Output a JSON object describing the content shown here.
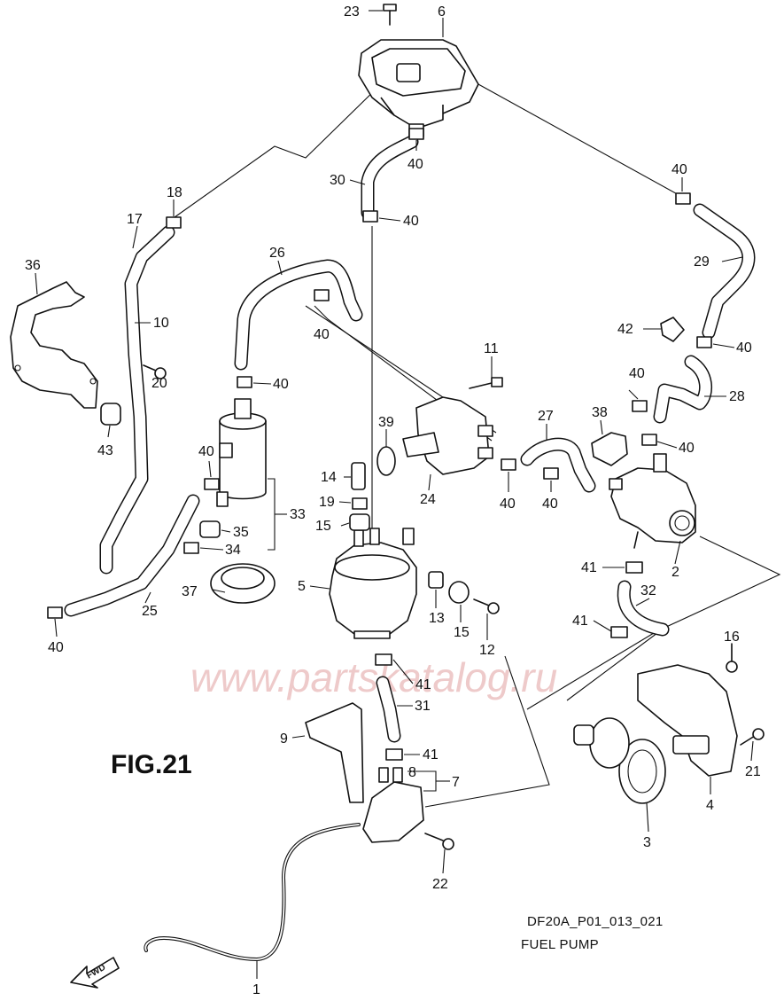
{
  "figure": {
    "label": "FIG.21",
    "code": "DF20A_P01_013_021",
    "caption": "FUEL PUMP",
    "watermark": "www.partskatalog.ru",
    "direction_label": "FWD"
  },
  "callouts": [
    {
      "id": "c23",
      "text": "23"
    },
    {
      "id": "c6",
      "text": "6"
    },
    {
      "id": "c40a",
      "text": "40"
    },
    {
      "id": "c30",
      "text": "30"
    },
    {
      "id": "c40b",
      "text": "40"
    },
    {
      "id": "c40c",
      "text": "40"
    },
    {
      "id": "c18",
      "text": "18"
    },
    {
      "id": "c17",
      "text": "17"
    },
    {
      "id": "c36",
      "text": "36"
    },
    {
      "id": "c10",
      "text": "10"
    },
    {
      "id": "c26",
      "text": "26"
    },
    {
      "id": "c29",
      "text": "29"
    },
    {
      "id": "c40d",
      "text": "40"
    },
    {
      "id": "c42",
      "text": "42"
    },
    {
      "id": "c40e",
      "text": "40"
    },
    {
      "id": "c20",
      "text": "20"
    },
    {
      "id": "c40f",
      "text": "40"
    },
    {
      "id": "c11",
      "text": "11"
    },
    {
      "id": "c40g",
      "text": "40"
    },
    {
      "id": "c28",
      "text": "28"
    },
    {
      "id": "c43",
      "text": "43"
    },
    {
      "id": "c39",
      "text": "39"
    },
    {
      "id": "c27",
      "text": "27"
    },
    {
      "id": "c38",
      "text": "38"
    },
    {
      "id": "c40h",
      "text": "40"
    },
    {
      "id": "c40i",
      "text": "40"
    },
    {
      "id": "c14",
      "text": "14"
    },
    {
      "id": "c24",
      "text": "24"
    },
    {
      "id": "c40j",
      "text": "40"
    },
    {
      "id": "c40k",
      "text": "40"
    },
    {
      "id": "c19",
      "text": "19"
    },
    {
      "id": "c33",
      "text": "33"
    },
    {
      "id": "c15a",
      "text": "15"
    },
    {
      "id": "c35",
      "text": "35"
    },
    {
      "id": "c34",
      "text": "34"
    },
    {
      "id": "c2",
      "text": "2"
    },
    {
      "id": "c41a",
      "text": "41"
    },
    {
      "id": "c37",
      "text": "37"
    },
    {
      "id": "c5",
      "text": "5"
    },
    {
      "id": "c32",
      "text": "32"
    },
    {
      "id": "c25",
      "text": "25"
    },
    {
      "id": "c13",
      "text": "13"
    },
    {
      "id": "c15b",
      "text": "15"
    },
    {
      "id": "c12",
      "text": "12"
    },
    {
      "id": "c41b",
      "text": "41"
    },
    {
      "id": "c40l",
      "text": "40"
    },
    {
      "id": "c16",
      "text": "16"
    },
    {
      "id": "c41c",
      "text": "41"
    },
    {
      "id": "c31",
      "text": "31"
    },
    {
      "id": "c9",
      "text": "9"
    },
    {
      "id": "c41d",
      "text": "41"
    },
    {
      "id": "c8",
      "text": "8"
    },
    {
      "id": "c7",
      "text": "7"
    },
    {
      "id": "c21",
      "text": "21"
    },
    {
      "id": "c4",
      "text": "4"
    },
    {
      "id": "c3",
      "text": "3"
    },
    {
      "id": "c22",
      "text": "22"
    },
    {
      "id": "c1",
      "text": "1"
    }
  ]
}
